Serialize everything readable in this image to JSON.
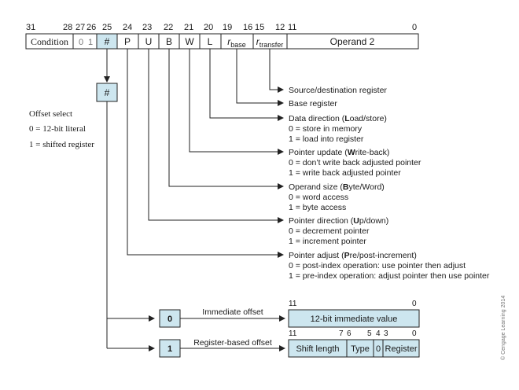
{
  "bit_numbers": {
    "b31": "31",
    "b28": "28",
    "b27": "27",
    "b26": "26",
    "b25": "25",
    "b24": "24",
    "b23": "23",
    "b22": "22",
    "b21": "21",
    "b20": "20",
    "b19": "19",
    "b16": "16",
    "b15": "15",
    "b12": "12",
    "b11": "11",
    "b0": "0"
  },
  "fields": {
    "condition": "Condition",
    "op0": "0",
    "op1": "1",
    "hash": "#",
    "p": "P",
    "u": "U",
    "b": "B",
    "w": "W",
    "l": "L",
    "rbase_r": "r",
    "rbase_sub": "base",
    "rtransfer_r": "r",
    "rtransfer_sub": "transfer",
    "operand2": "Operand 2"
  },
  "offset_select": {
    "hash": "#",
    "title": "Offset select",
    "opt0": "0 = 12-bit literal",
    "opt1": "1 = shifted register"
  },
  "descriptions": {
    "source_dest": "Source/destination register",
    "base_reg": "Base register",
    "l": {
      "title_pre": "Data direction (",
      "title_bold": "L",
      "title_post": "oad/store)",
      "line0": "0 = store in memory",
      "line1": "1 = load into register"
    },
    "w": {
      "title_pre": "Pointer update (",
      "title_bold": "W",
      "title_post": "rite-back)",
      "line0": "0 = don’t write back adjusted pointer",
      "line1": "1 = write back adjusted pointer"
    },
    "b": {
      "title_pre": "Operand size (",
      "title_bold": "B",
      "title_post": "yte/Word)",
      "line0": "0 = word access",
      "line1": "1 = byte access"
    },
    "u": {
      "title_pre": "Pointer direction (",
      "title_bold": "U",
      "title_post": "p/down)",
      "line0": "0 = decrement pointer",
      "line1": "1 = increment pointer"
    },
    "p": {
      "title_pre": "Pointer adjust (",
      "title_bold": "P",
      "title_post": "re/post-increment)",
      "line0": "0 = post-index operation: use pointer then adjust",
      "line1": "1 = pre-index operation: adjust pointer then use pointer"
    }
  },
  "immediate": {
    "sel": "0",
    "label": "Immediate offset",
    "bit11": "11",
    "bit0": "0",
    "field": "12-bit immediate value"
  },
  "register": {
    "sel": "1",
    "label": "Register-based offset",
    "bit11": "11",
    "bit7": "7",
    "bit6": "6",
    "bit5": "5",
    "bit4": "4",
    "bit3": "3",
    "bit0": "0",
    "shift": "Shift length",
    "type": "Type",
    "zero": "0",
    "reg": "Register"
  },
  "copyright": "© Cengage Learning 2014",
  "colors": {
    "highlight": "#cde6ef",
    "line": "#222222"
  }
}
